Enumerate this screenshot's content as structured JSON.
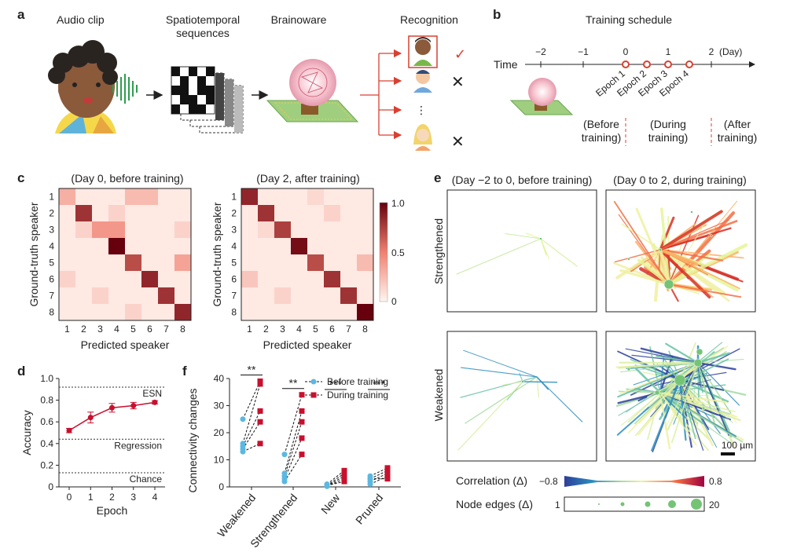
{
  "panel_a": {
    "letter": "a",
    "col_titles": [
      "Audio clip",
      "Spatiotemporal",
      "sequences",
      "Brainoware",
      "Recognition"
    ],
    "ellipsis": "⋮",
    "marks": [
      "✓",
      "✕",
      "✕"
    ]
  },
  "panel_b": {
    "letter": "b",
    "title": "Training schedule",
    "time_label": "Time",
    "ticks": [
      "−2",
      "−1",
      "0",
      "1",
      "2"
    ],
    "unit": "(Day)",
    "epochs": [
      "Epoch 1",
      "Epoch 2",
      "Epoch 3",
      "Epoch 4"
    ],
    "phases": [
      [
        "(Before",
        "training)"
      ],
      [
        "(During",
        "training)"
      ],
      [
        "(After",
        "training)"
      ]
    ]
  },
  "panel_c": {
    "letter": "c",
    "title_left": "(Day 0, before training)",
    "title_right": "(Day 2, after training)",
    "ylabel": "Ground-truth speaker",
    "xlabel": "Predicted speaker",
    "labels": [
      "1",
      "2",
      "3",
      "4",
      "5",
      "6",
      "7",
      "8"
    ],
    "colorbar_ticks": [
      "1.0",
      "0.5",
      "0"
    ]
  },
  "chart_data": [
    {
      "type": "heatmap",
      "title": "(Day 0, before training)",
      "xlabel": "Predicted speaker",
      "ylabel": "Ground-truth speaker",
      "x": [
        "1",
        "2",
        "3",
        "4",
        "5",
        "6",
        "7",
        "8"
      ],
      "y": [
        "1",
        "2",
        "3",
        "4",
        "5",
        "6",
        "7",
        "8"
      ],
      "range": [
        0,
        1
      ],
      "values": [
        [
          0.3,
          0.05,
          0.05,
          0.05,
          0.25,
          0.25,
          0.05,
          0.05
        ],
        [
          0.05,
          0.8,
          0.05,
          0.15,
          0.05,
          0.05,
          0.05,
          0.05
        ],
        [
          0.05,
          0.15,
          0.4,
          0.4,
          0.05,
          0.05,
          0.05,
          0.15
        ],
        [
          0.05,
          0.05,
          0.05,
          1.0,
          0.05,
          0.05,
          0.05,
          0.05
        ],
        [
          0.05,
          0.05,
          0.05,
          0.05,
          0.7,
          0.05,
          0.05,
          0.35
        ],
        [
          0.15,
          0.05,
          0.05,
          0.05,
          0.05,
          0.85,
          0.05,
          0.05
        ],
        [
          0.05,
          0.05,
          0.15,
          0.05,
          0.05,
          0.05,
          0.8,
          0.05
        ],
        [
          0.05,
          0.05,
          0.05,
          0.05,
          0.15,
          0.05,
          0.05,
          0.85
        ]
      ]
    },
    {
      "type": "heatmap",
      "title": "(Day 2, after training)",
      "xlabel": "Predicted speaker",
      "ylabel": "Ground-truth speaker",
      "x": [
        "1",
        "2",
        "3",
        "4",
        "5",
        "6",
        "7",
        "8"
      ],
      "y": [
        "1",
        "2",
        "3",
        "4",
        "5",
        "6",
        "7",
        "8"
      ],
      "range": [
        0,
        1
      ],
      "values": [
        [
          0.85,
          0.05,
          0.05,
          0.05,
          0.12,
          0.05,
          0.05,
          0.05
        ],
        [
          0.05,
          0.8,
          0.05,
          0.05,
          0.05,
          0.15,
          0.05,
          0.05
        ],
        [
          0.05,
          0.12,
          0.75,
          0.05,
          0.05,
          0.05,
          0.05,
          0.05
        ],
        [
          0.05,
          0.05,
          0.05,
          0.95,
          0.05,
          0.05,
          0.05,
          0.05
        ],
        [
          0.05,
          0.05,
          0.05,
          0.05,
          0.7,
          0.05,
          0.05,
          0.25
        ],
        [
          0.2,
          0.05,
          0.05,
          0.05,
          0.05,
          0.8,
          0.05,
          0.05
        ],
        [
          0.05,
          0.05,
          0.15,
          0.05,
          0.05,
          0.05,
          0.8,
          0.05
        ],
        [
          0.05,
          0.05,
          0.05,
          0.05,
          0.05,
          0.05,
          0.05,
          1.0
        ]
      ]
    },
    {
      "type": "line",
      "xlabel": "Epoch",
      "ylabel": "Accuracy",
      "x": [
        0,
        1,
        2,
        3,
        4
      ],
      "y": [
        0.52,
        0.64,
        0.73,
        0.75,
        0.78
      ],
      "yerr": [
        0.02,
        0.05,
        0.04,
        0.03,
        0.015
      ],
      "ylim": [
        0,
        1.0
      ],
      "xticks": [
        "0",
        "1",
        "2",
        "3",
        "4"
      ],
      "yticks": [
        "0",
        "0.2",
        "0.4",
        "0.6",
        "0.8",
        "1.0"
      ],
      "reference_lines": [
        {
          "label": "ESN",
          "y": 0.92
        },
        {
          "label": "Regression",
          "y": 0.44
        },
        {
          "label": "Chance",
          "y": 0.13
        }
      ]
    },
    {
      "type": "scatter",
      "ylabel": "Connectivity changes",
      "categories": [
        "Weakened",
        "Strengthened",
        "New",
        "Pruned"
      ],
      "ylim": [
        0,
        40
      ],
      "yticks": [
        "0",
        "10",
        "20",
        "30",
        "40"
      ],
      "series": [
        {
          "name": "Before training",
          "values": [
            [
              25,
              16,
              15,
              14,
              13
            ],
            [
              12,
              5,
              4,
              3,
              2
            ],
            [
              1,
              0.5,
              0.3,
              0.2,
              0.5
            ],
            [
              4,
              3,
              2,
              1,
              3
            ]
          ]
        },
        {
          "name": "During training",
          "values": [
            [
              39,
              38,
              28,
              24,
              16
            ],
            [
              34,
              28,
              24,
              18,
              12
            ],
            [
              6,
              5,
              4,
              3,
              2
            ],
            [
              7,
              6,
              5,
              4,
              3
            ]
          ]
        }
      ],
      "significance": [
        "**",
        "**",
        "***",
        "***"
      ]
    }
  ],
  "panel_d": {
    "letter": "d"
  },
  "panel_f": {
    "letter": "f"
  },
  "panel_e": {
    "letter": "e",
    "title_left": "(Day −2 to 0, before training)",
    "title_right": "(Day 0 to 2, during training)",
    "row_labels": [
      "Strengthened",
      "Weakened"
    ],
    "scale_bar": "100 µm",
    "corr_label": "Correlation (Δ)",
    "corr_min": "−0.8",
    "corr_max": "0.8",
    "node_label": "Node edges (Δ)",
    "node_min": "1",
    "node_max": "20"
  }
}
